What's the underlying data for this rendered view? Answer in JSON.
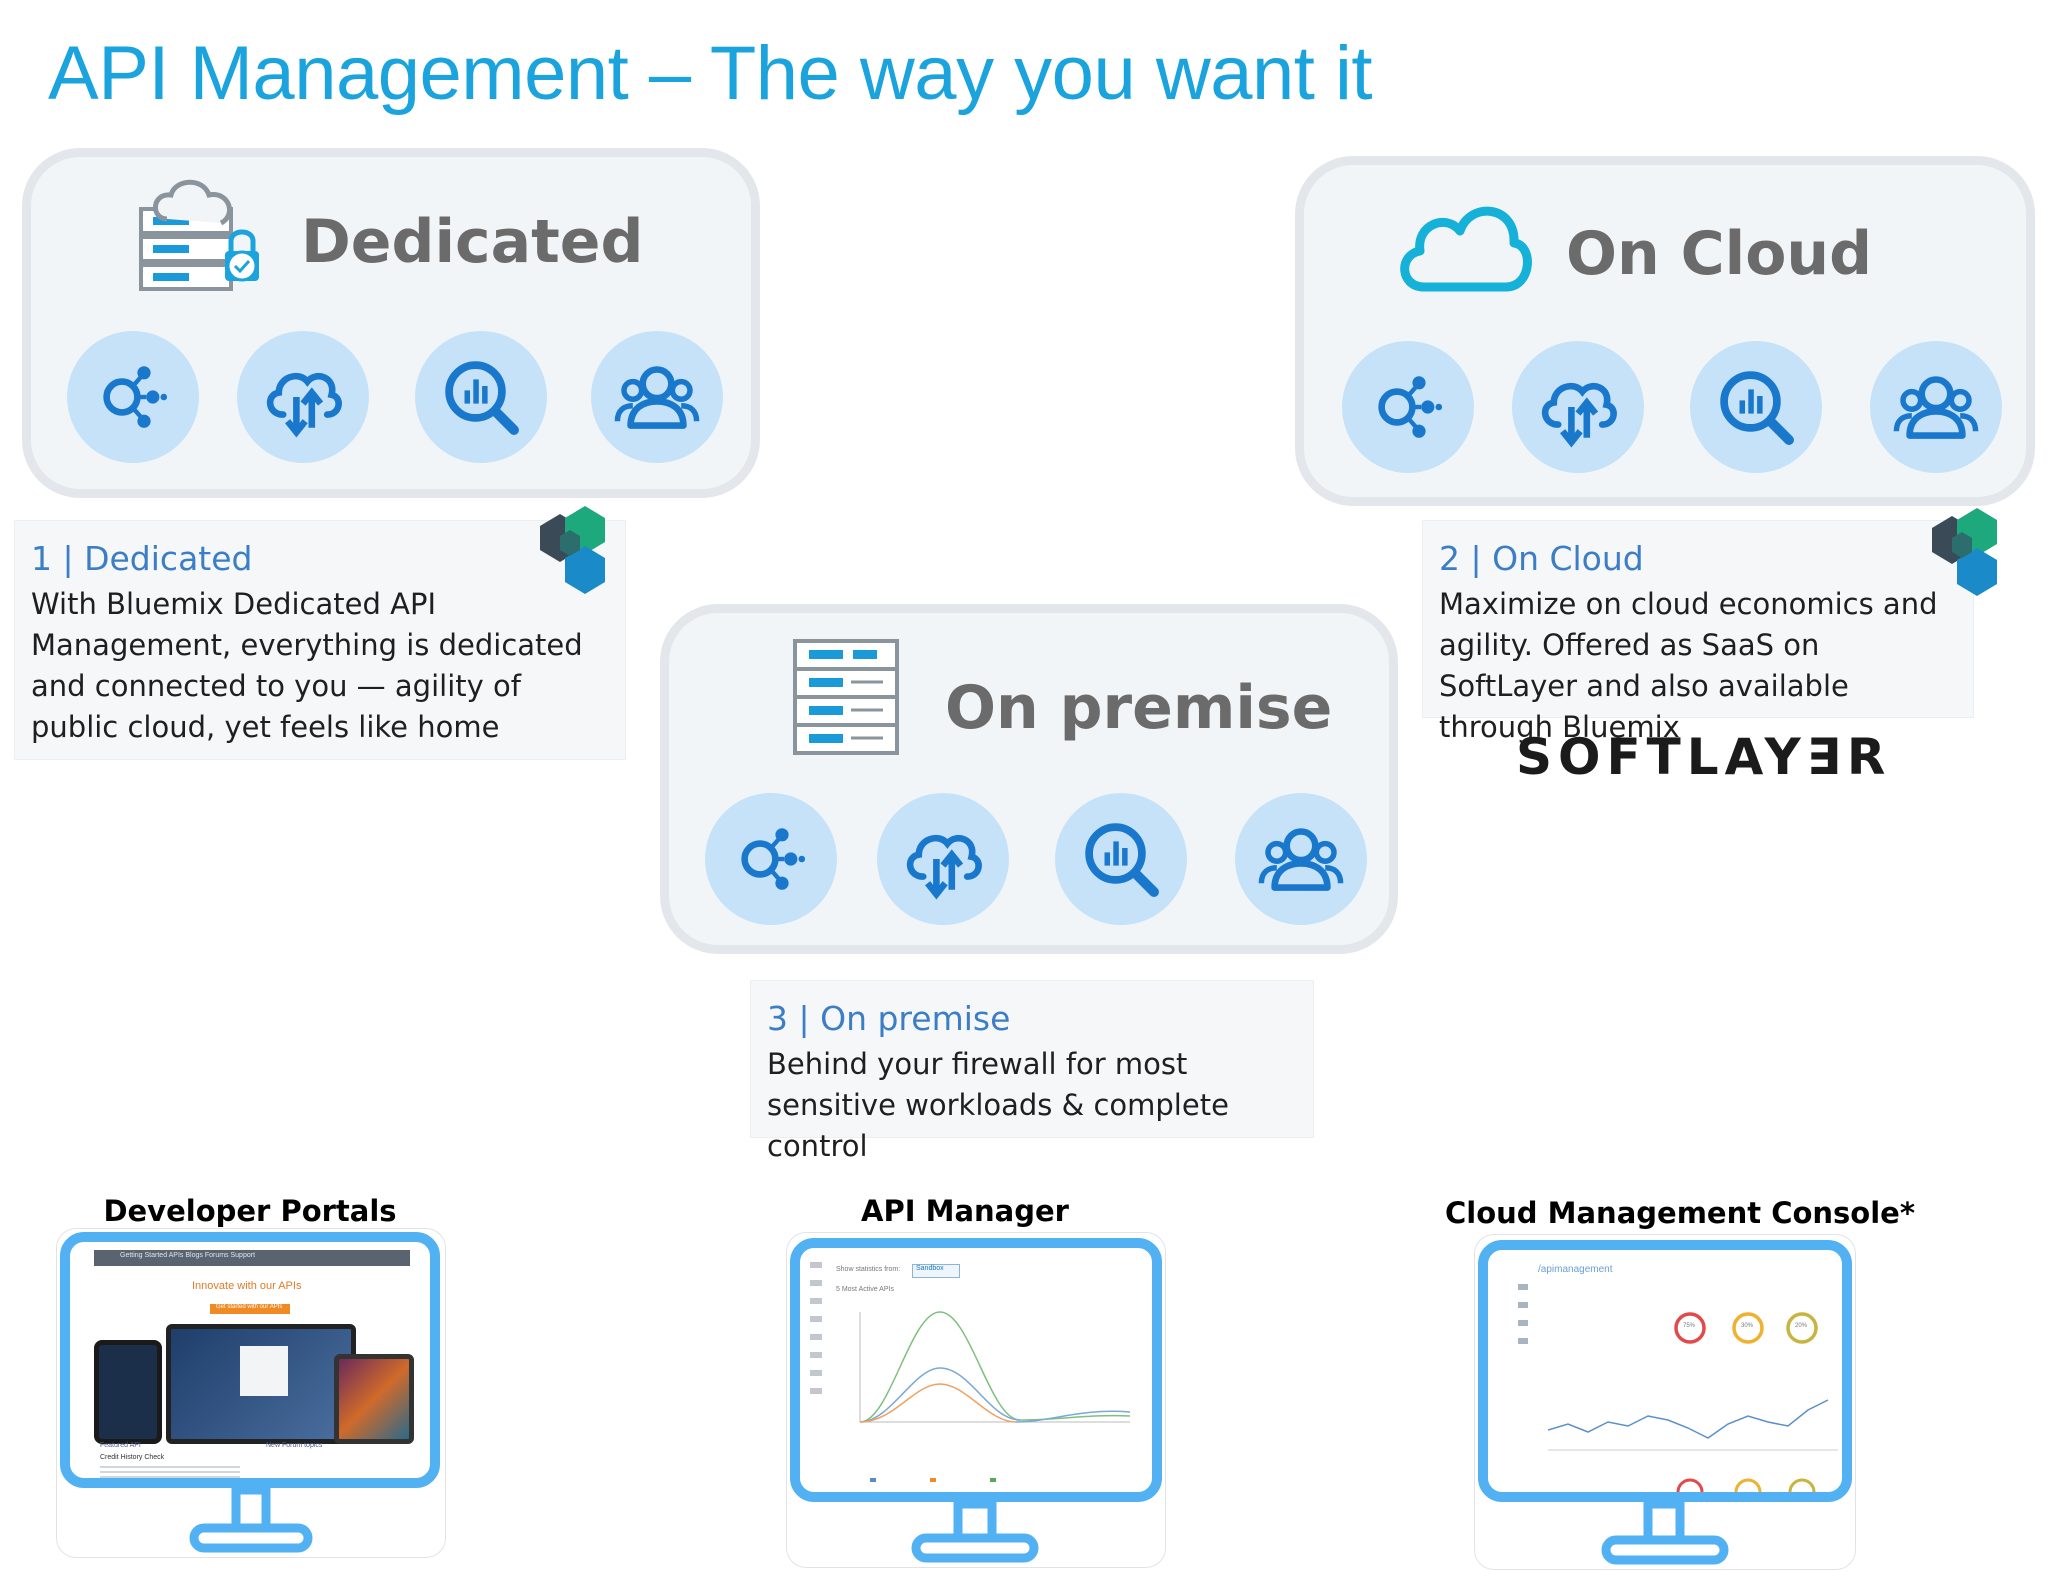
{
  "title": "API Management – The way you want it",
  "deployments": [
    {
      "title": "Dedicated",
      "icon": "server-cloud-lock-icon"
    },
    {
      "title": "On Cloud",
      "icon": "cloud-icon"
    },
    {
      "title": "On premise",
      "icon": "server-rack-icon"
    }
  ],
  "feature_icons": [
    "network-nodes-icon",
    "cloud-sync-icon",
    "analytics-search-icon",
    "community-users-icon"
  ],
  "descriptions": [
    {
      "heading": "1 | Dedicated",
      "body": "With Bluemix Dedicated API Management, everything is dedicated and connected to you — agility of public cloud, yet feels like home"
    },
    {
      "heading": "2 | On Cloud",
      "body": "Maximize on cloud economics and agility. Offered as SaaS on SoftLayer and also available through Bluemix"
    },
    {
      "heading": "3 | On premise",
      "body": "Behind your firewall for most sensitive workloads & complete control"
    }
  ],
  "softlayer_logo": "SOFTLAY∃R",
  "monitors": [
    {
      "label": "Developer Portals"
    },
    {
      "label": "API Manager"
    },
    {
      "label": "Cloud Management Console*"
    }
  ],
  "portal_screen": {
    "nav": "Getting Started   APIs   Blogs   Forums   Support",
    "heading": "Innovate with our APIs",
    "cta": "Get started with our APIs",
    "featured": "Featured API",
    "featured_item": "Credit History Check",
    "forum": "New Forum topics"
  },
  "manager_screen": {
    "stats_label": "Show statistics from:",
    "env": "Sandbox",
    "subtitle": "5 Most Active APIs"
  },
  "console_screen": {
    "brand": "/apimanagement",
    "gauges": [
      "75%",
      "30%",
      "20%"
    ]
  },
  "colors": {
    "title": "#1aa3dd",
    "card_bg": "#f2f5f8",
    "feature_circle": "#c5e2f8",
    "icon_blue": "#1a78cc",
    "desc_heading": "#3c7ec5",
    "monitor_frame": "#52b1f2"
  }
}
